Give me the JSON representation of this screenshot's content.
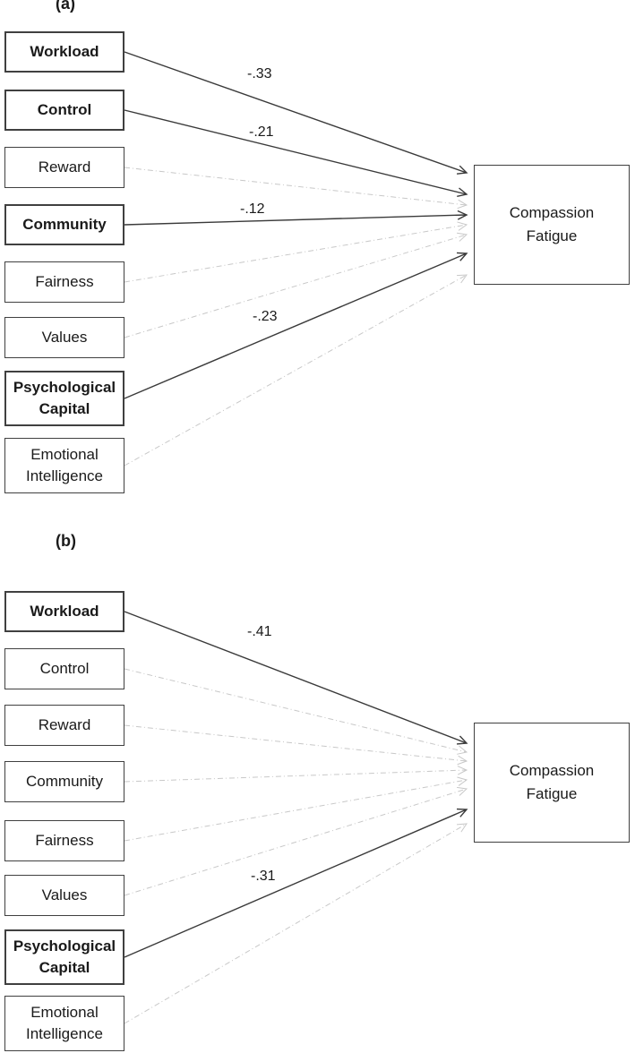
{
  "panels": [
    {
      "label": "(a)",
      "outcome": "Compassion\nFatigue",
      "predictors": [
        {
          "name": "Workload",
          "significant": true,
          "coefficient": "-.33"
        },
        {
          "name": "Control",
          "significant": true,
          "coefficient": "-.21"
        },
        {
          "name": "Reward",
          "significant": false,
          "coefficient": ""
        },
        {
          "name": "Community",
          "significant": true,
          "coefficient": "-.12"
        },
        {
          "name": "Fairness",
          "significant": false,
          "coefficient": ""
        },
        {
          "name": "Values",
          "significant": false,
          "coefficient": ""
        },
        {
          "name": "Psychological\nCapital",
          "significant": true,
          "coefficient": "-.23"
        },
        {
          "name": "Emotional\nIntelligence",
          "significant": false,
          "coefficient": ""
        }
      ]
    },
    {
      "label": "(b)",
      "outcome": "Compassion\nFatigue",
      "predictors": [
        {
          "name": "Workload",
          "significant": true,
          "coefficient": "-.41"
        },
        {
          "name": "Control",
          "significant": false,
          "coefficient": ""
        },
        {
          "name": "Reward",
          "significant": false,
          "coefficient": ""
        },
        {
          "name": "Community",
          "significant": false,
          "coefficient": ""
        },
        {
          "name": "Fairness",
          "significant": false,
          "coefficient": ""
        },
        {
          "name": "Values",
          "significant": false,
          "coefficient": ""
        },
        {
          "name": "Psychological\nCapital",
          "significant": true,
          "coefficient": "-.31"
        },
        {
          "name": "Emotional\nIntelligence",
          "significant": false,
          "coefficient": ""
        }
      ]
    }
  ],
  "colors": {
    "significant_path": "#3a3a3a",
    "nonsignificant_path": "#c8c8c8"
  }
}
